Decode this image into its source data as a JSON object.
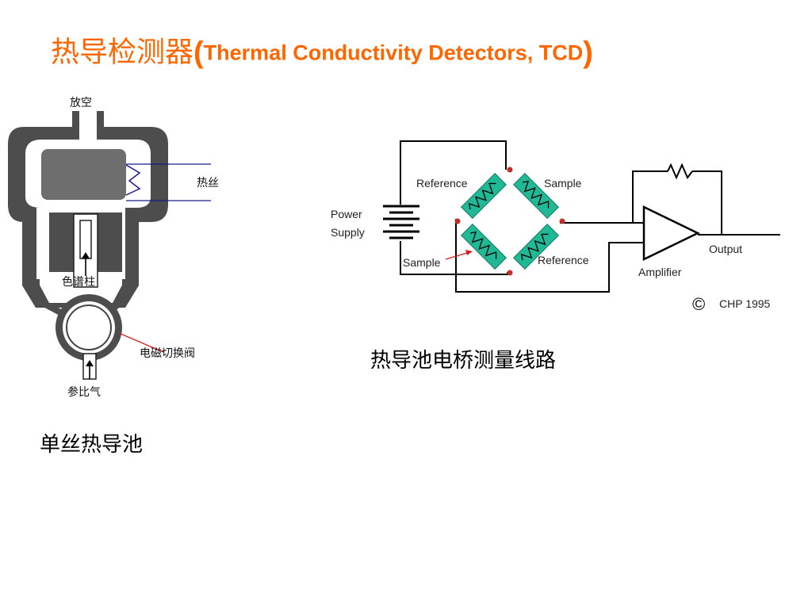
{
  "title": {
    "cn": "热导检测器",
    "open": "(",
    "en": "Thermal Conductivity Detectors, TCD",
    "close": ")",
    "color": "#ff6600"
  },
  "cell_diagram": {
    "vent_label": "放空",
    "filament_label": "热丝",
    "column_label": "色谱柱",
    "valve_label": "电磁切换阀",
    "reference_gas_label": "参比气",
    "caption": "单丝热导池"
  },
  "bridge_diagram": {
    "power_label_1": "Power",
    "power_label_2": "Supply",
    "reference_top": "Reference",
    "sample_top": "Sample",
    "sample_bottom": "Sample",
    "reference_bottom": "Reference",
    "amplifier_label": "Amplifier",
    "output_label": "Output",
    "copyright_symbol": "©",
    "copyright_text": "CHP 1995",
    "resistor_color": "#21b896",
    "caption": "热导池电桥测量线路"
  }
}
